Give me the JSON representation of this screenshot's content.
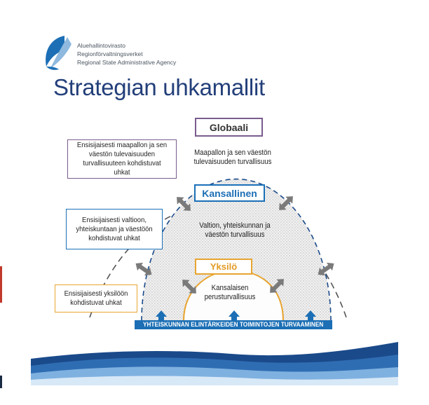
{
  "header": {
    "agency_lines": [
      "Aluehallintovirasto",
      "Regionförvaltningsverket",
      "Regional State Administrative Agency"
    ]
  },
  "slide": {
    "title": "Strategian uhkamallit"
  },
  "diagram": {
    "levels": [
      {
        "heading": "Globaali",
        "description": "Maapallon ja sen väestön tulevaisuuden turvallisuus",
        "color": "#7a5c8e"
      },
      {
        "heading": "Kansallinen",
        "description": "Valtion, yhteiskunnan ja väestön turvallisuus",
        "color": "#1a70b8"
      },
      {
        "heading": "Yksilö",
        "description": "Kansalaisen perusturvallisuus",
        "color": "#e8a531"
      }
    ],
    "threat_labels": [
      {
        "text": "Ensisijaisesti maapallon ja sen väestön tulevaisuuden turvallisuuteen kohdistuvat uhkat",
        "color": "#7a5c8e"
      },
      {
        "text": "Ensisijaisesti valtioon, yhteiskuntaan ja väestöön kohdistuvat uhkat",
        "color": "#1a70b8"
      },
      {
        "text": "Ensisijaisesti yksilöön kohdistuvat uhkat",
        "color": "#e8a531"
      }
    ],
    "foundation": "YHTEISKUNNAN ELINTÄRKEIDEN TOIMINTOJEN TURVAAMINEN"
  },
  "colors": {
    "title": "#233f7a",
    "arrow": "#7a7a7a",
    "foundation_bar": "#1c6fb5",
    "wave_dark": "#1a4a8a"
  }
}
